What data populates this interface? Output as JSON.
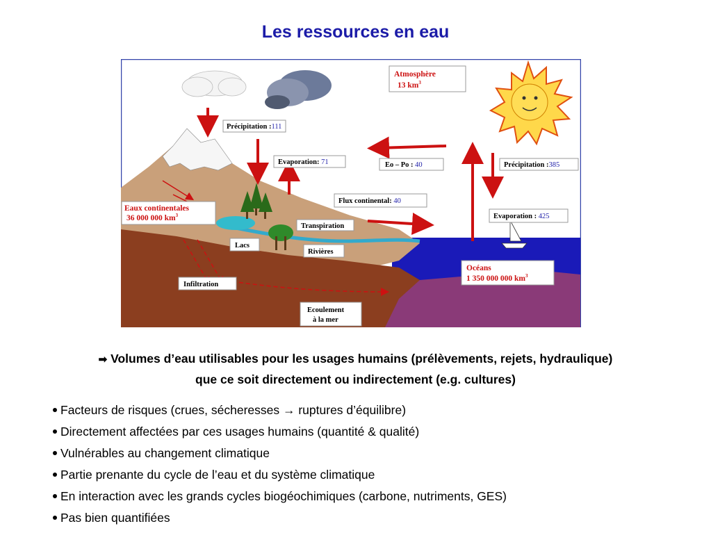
{
  "title": "Les ressources en eau",
  "diagram": {
    "atmosphere": {
      "line1": "Atmosphère",
      "line2": "13 km",
      "unit_sup": "3"
    },
    "precipitation_land": {
      "label": "Précipitation :",
      "value": "111"
    },
    "evaporation_land": {
      "label": "Evaporation:",
      "value": "71"
    },
    "eo_po": {
      "label": "Eo – Po :",
      "value": "40"
    },
    "precipitation_ocean": {
      "label": "Précipitation :",
      "value": "385"
    },
    "flux_continental": {
      "label": "Flux continental:",
      "value": "40"
    },
    "evaporation_ocean": {
      "label": "Evaporation :",
      "value": "425"
    },
    "eaux_continentales": {
      "line1": "Eaux continentales",
      "line2": "36 000 000 km",
      "unit_sup": "3"
    },
    "transpiration": "Transpiration",
    "lacs": "Lacs",
    "rivieres": "Rivières",
    "infiltration": "Infiltration",
    "oceans": {
      "line1": "Océans",
      "line2": "1 350 000 000 km",
      "unit_sup": "3"
    },
    "ecoulement": {
      "line1": "Ecoulement",
      "line2": "à la  mer"
    }
  },
  "headline": {
    "arrow": "➡",
    "line1": "Volumes d’eau utilisables pour les usages humains (prélèvements, rejets, hydraulique)",
    "line2": "que ce soit directement ou indirectement (e.g. cultures)"
  },
  "bullets": [
    "Facteurs de risques (crues, sécheresses → ruptures d’équilibre)",
    "Directement affectées par ces usages humains (quantité & qualité)",
    "Vulnérables au changement climatique",
    "Partie prenante du cycle de l’eau et du système climatique",
    "En interaction avec les grands cycles biogéochimiques (carbone, nutriments, GES)",
    "Pas bien quantifiées"
  ],
  "colors": {
    "title": "#1c1ca8",
    "sky": "#ffffff",
    "ocean": "#1a1ab0",
    "seabed": "#8a3a78",
    "earth": "#8b3e1f",
    "mountain": "#c89a70",
    "arrow_red": "#cc1111",
    "sun": "#ffd84a"
  }
}
